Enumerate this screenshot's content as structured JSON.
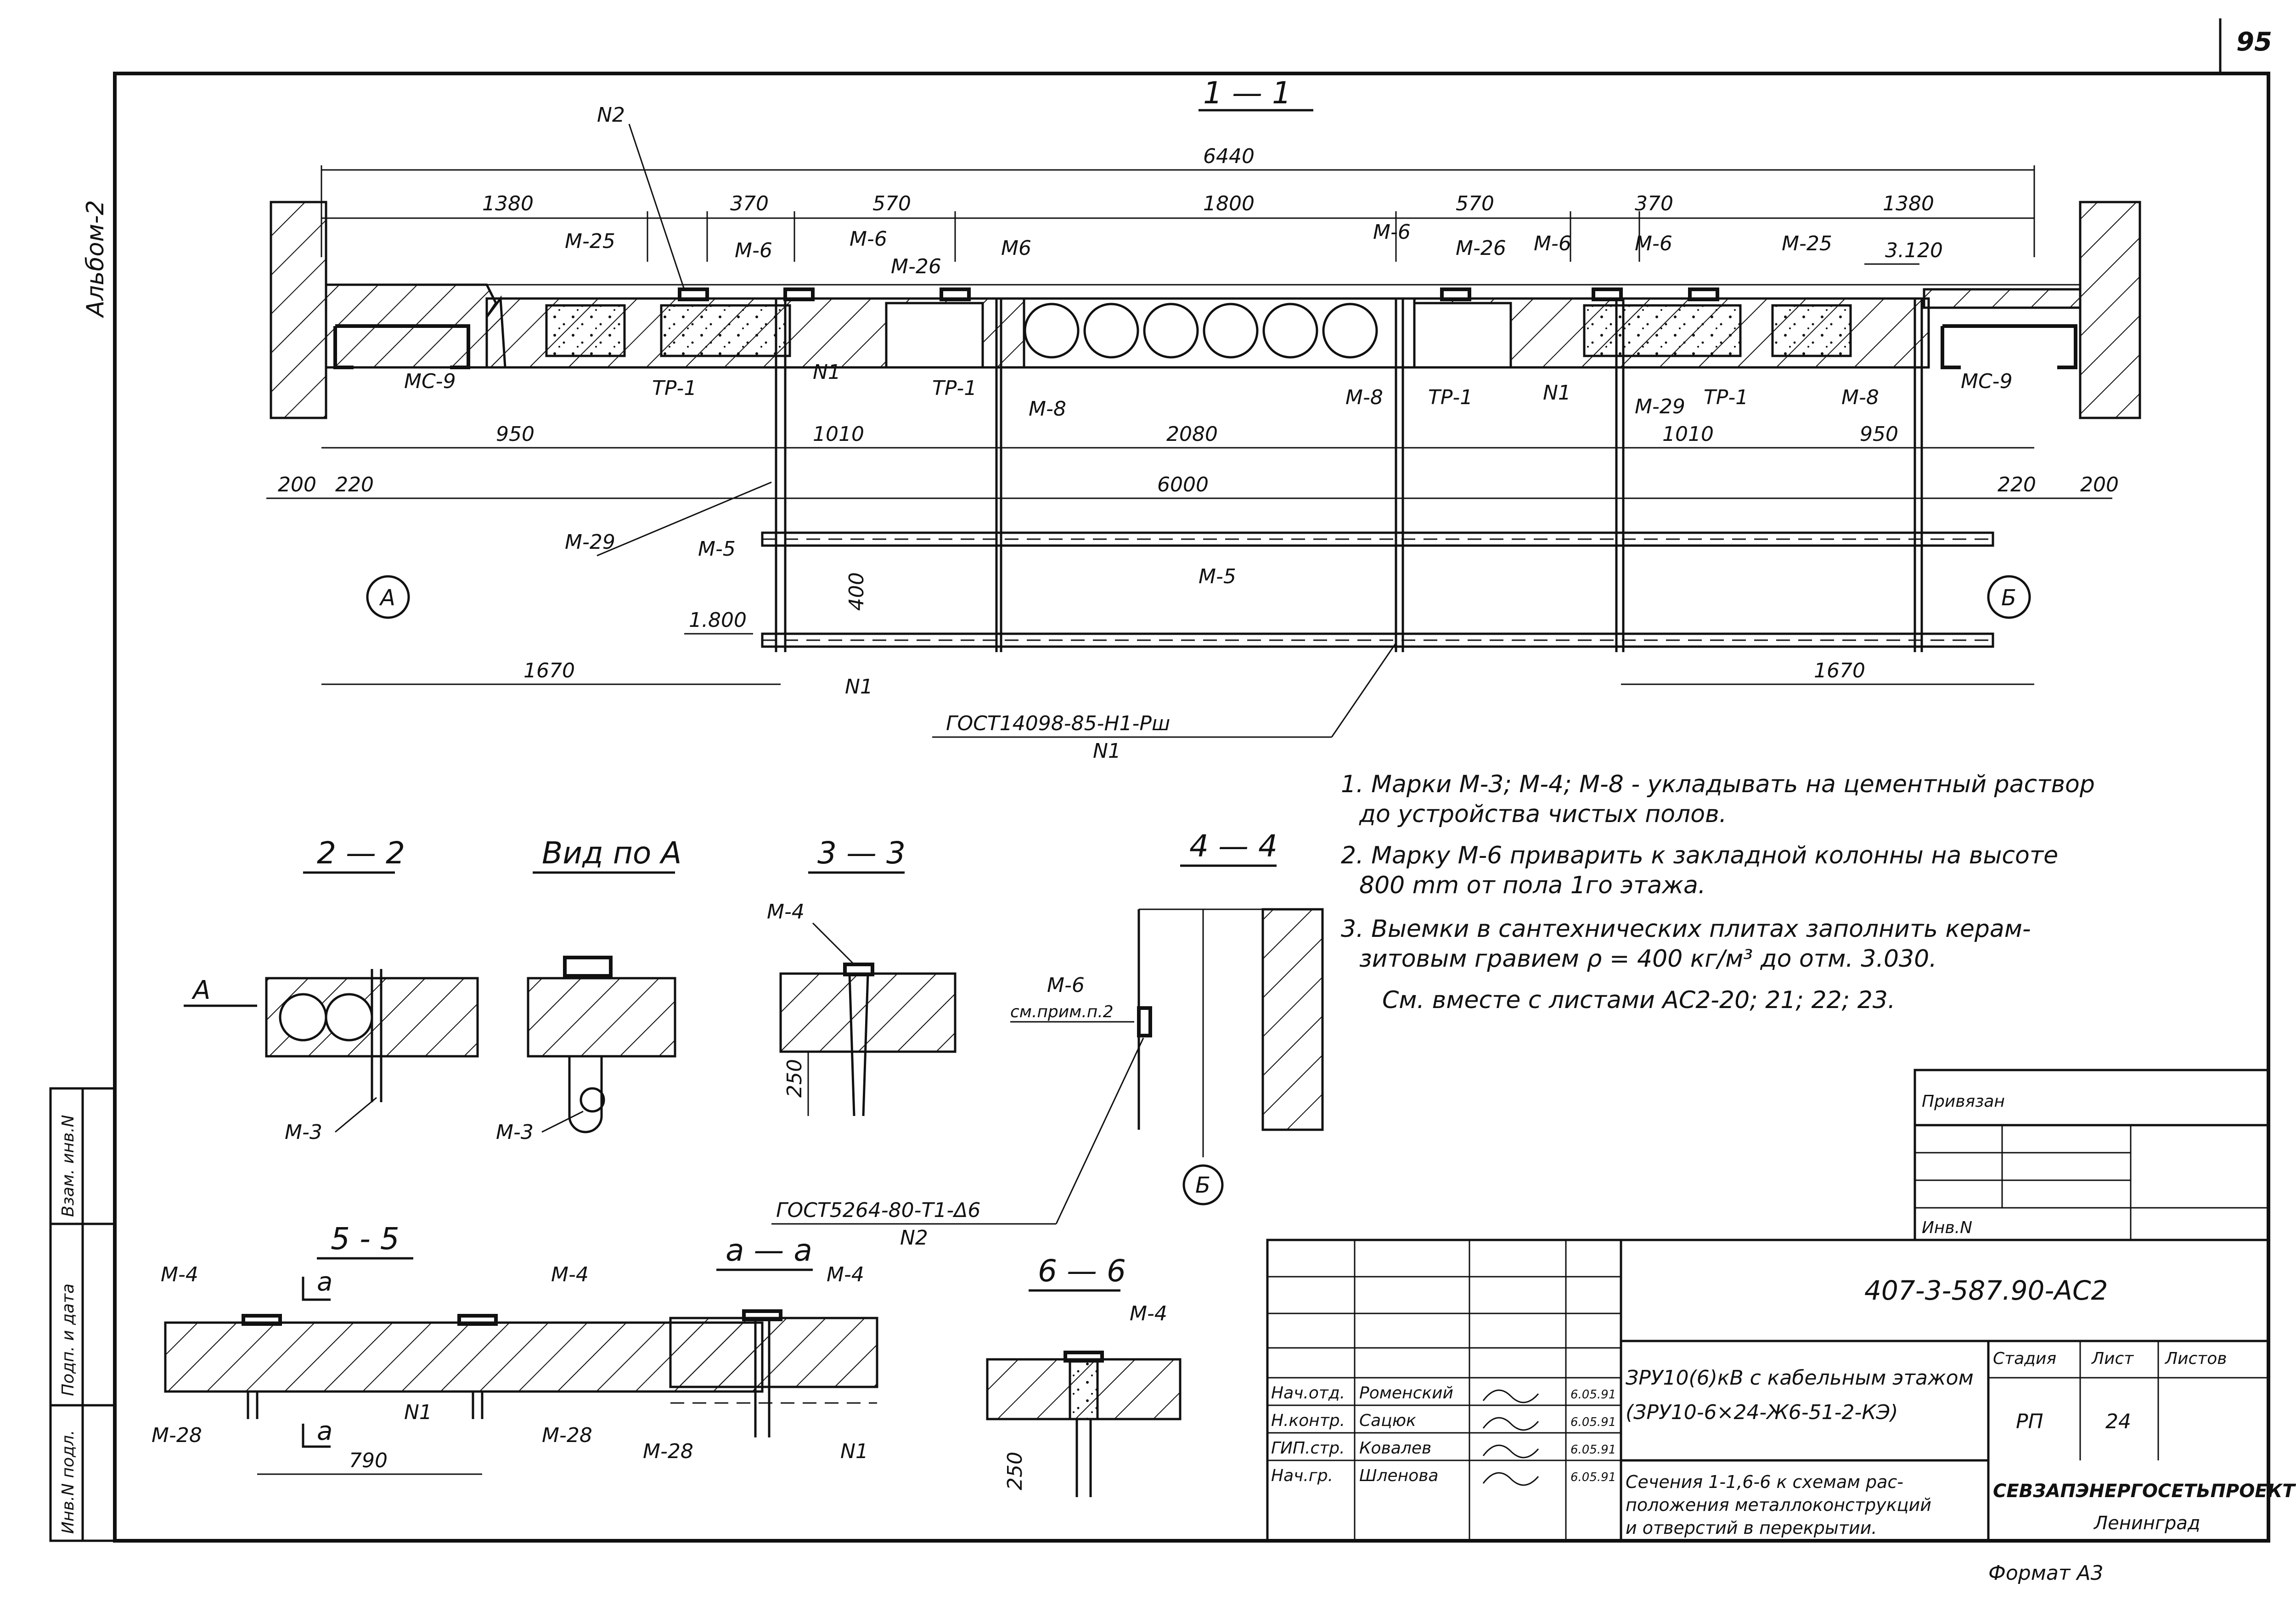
{
  "page": {
    "number": "95",
    "album": "Альбом-2",
    "format": "Формат А3"
  },
  "sections": {
    "s11": "1 — 1",
    "s22": "2 — 2",
    "vidA": "Вид по А",
    "s33": "3 — 3",
    "s44": "4 — 4",
    "s55": "5 - 5",
    "saa": "а — а",
    "s66": "6 — 6"
  },
  "dims": {
    "d6440": "6440",
    "d1380a": "1380",
    "d370a": "370",
    "d570a": "570",
    "d1800": "1800",
    "d570b": "570",
    "d370b": "370",
    "d1380b": "1380",
    "d950a": "950",
    "d1010a": "1010",
    "d2080": "2080",
    "d1010b": "1010",
    "d950b": "950",
    "d200a": "200",
    "d220a": "220",
    "d6000": "6000",
    "d220b": "220",
    "d200b": "200",
    "d400": "400",
    "d1670a": "1670",
    "d1670b": "1670",
    "d250a": "250",
    "d790": "790",
    "d250b": "250"
  },
  "levels": {
    "el3120": "3.120",
    "el1800": "1.800"
  },
  "marks": {
    "n2": "N2",
    "m25a": "М-25",
    "m6a": "М-6",
    "m6b": "М-6",
    "m26a": "М-26",
    "m6c": "М6",
    "m6d": "М-6",
    "m26b": "М-26",
    "m6e": "М-6",
    "m6f": "М-6",
    "m25b": "М-25",
    "mc9a": "МС-9",
    "tp1a": "ТР-1",
    "n1a": "N1",
    "tp1b": "ТР-1",
    "m8a": "М-8",
    "m8b": "М-8",
    "tp1c": "ТР-1",
    "n1b": "N1",
    "m29a": "М-29",
    "tp1d": "ТР-1",
    "m8c": "М-8",
    "mc9b": "МС-9",
    "m29b": "М-29",
    "m5a": "М-5",
    "m5b": "М-5",
    "n1c": "N1",
    "axisA": "А",
    "axisB": "Б",
    "axisB2": "Б",
    "gost1": "ГОСТ14098-85-Н1-Рш",
    "gost1n": "N1",
    "arrowA": "А",
    "m3a": "М-3",
    "m3b": "М-3",
    "m4a": "М-4",
    "m6g": "М-6",
    "m6note": "см.прим.п.2",
    "gost2": "ГОСТ5264-80-Т1-Δ6",
    "gost2n": "N2",
    "m4b": "М-4",
    "m4c": "М-4",
    "m28a": "М-28",
    "n1d": "N1",
    "m28b": "М-28",
    "cutA1": "а",
    "cutA2": "а",
    "m4d": "М-4",
    "m28c": "М-28",
    "n1e": "N1",
    "m4e": "М-4"
  },
  "notes": [
    "1. Марки  М-3; М-4; М-8 - укладывать на цементный раствор",
    "до устройства чистых полов.",
    "2. Марку  М-6 приварить к закладной колонны на высоте",
    "800 mm  от  пола  1го  этажа.",
    "3. Выемки в сантехнических плитах заполнить керам-",
    "зитовым  гравием ρ = 400 кг/м³ до отм. 3.030.",
    "См.   вместе   с  листами  АС2-20; 21; 22; 23."
  ],
  "side_stamp": {
    "vzam": "Взам. инв.N",
    "podp": "Подп. и дата",
    "inv": "Инв.N подл."
  },
  "title_block": {
    "privyazan": "Привязан",
    "inv": "Инв.N",
    "code": "407-3-587.90-АС2",
    "roles": [
      "Нач.отд.",
      "Н.контр.",
      "ГИП.стр.",
      "Нач.гр."
    ],
    "names": [
      "Роменский",
      "Сацюк",
      "Ковалев",
      "Шленова"
    ],
    "dates": [
      "6.05.91",
      "6.05.91",
      "6.05.91",
      "6.05.91"
    ],
    "object_line1": "ЗРУ10(6)кВ с кабельным этажом",
    "object_line2": "(ЗРУ10-6×24-Ж6-51-2-КЭ)",
    "sheet_line1": "Сечения 1-1,6-6 к схемам рас-",
    "sheet_line2": "положения металлоконструкций",
    "sheet_line3": "и отверстий в перекрытии.",
    "stage_h": "Стадия",
    "sheet_h": "Лист",
    "sheets_h": "Листов",
    "stage": "РП",
    "sheet": "24",
    "org": "СЕВЗАПЭНЕРГОСЕТЬПРОЕКТ",
    "city": "Ленинград"
  }
}
